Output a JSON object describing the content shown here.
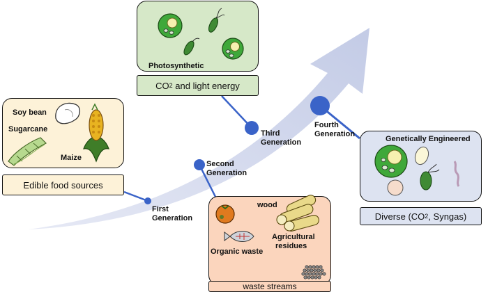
{
  "generations": {
    "first": {
      "line1": "First",
      "line2": "Generation"
    },
    "second": {
      "line1": "Second",
      "line2": "Generation"
    },
    "third": {
      "line1": "Third",
      "line2": "Generation"
    },
    "fourth": {
      "line1": "Fourth",
      "line2": "Generation"
    }
  },
  "panels": {
    "first": {
      "items": {
        "soy": "Soy bean",
        "sugarcane": "Sugarcane",
        "maize": "Maize"
      },
      "caption": "Edible food sources"
    },
    "second": {
      "items": {
        "wood": "wood",
        "organic": "Organic waste",
        "agri1": "Agricultural",
        "agri2": "residues"
      },
      "caption": "waste streams"
    },
    "third": {
      "items": {
        "photo": "Photosynthetic"
      },
      "caption_pre": "CO",
      "caption_sub": "2",
      "caption_post": " and light energy"
    },
    "fourth": {
      "items": {
        "ge": "Genetically Engineered"
      },
      "caption_pre": "Diverse (CO",
      "caption_sub": "2",
      "caption_post": ", Syngas)"
    }
  },
  "colors": {
    "arrow": "#cdd3ea",
    "node": "#3a63c8",
    "first_panel": "#fdf2d8",
    "second_panel": "#fbd5bd",
    "third_panel": "#d6e8c8",
    "fourth_panel": "#dde3f1"
  }
}
